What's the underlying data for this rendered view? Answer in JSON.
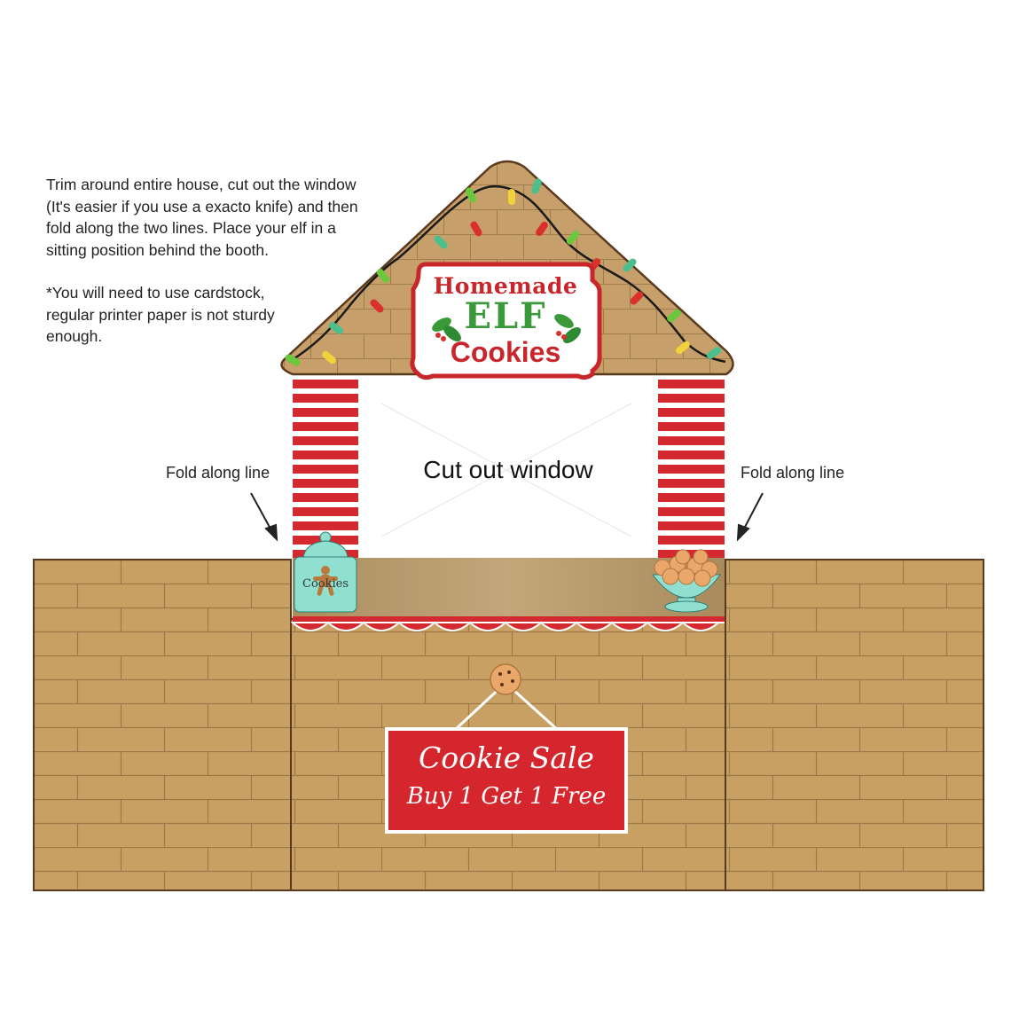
{
  "instructions": {
    "paragraph_1": "Trim around entire house, cut out the window\n(It's easier if you use a exacto knife) and then\n fold along the two lines. Place your elf in a\nsitting position behind the booth.",
    "paragraph_2": "*You will need to use cardstock,\nregular printer paper is not sturdy\nenough."
  },
  "fold_labels": {
    "left": "Fold along line",
    "right": "Fold along line"
  },
  "window_label": "Cut out window",
  "roof_sign": {
    "line_1": "Homemade",
    "line_2": "ELF",
    "line_3": "Cookies"
  },
  "cookie_jar": {
    "label": "Cookies",
    "icon": "gingerbread-man-icon"
  },
  "sale_sign": {
    "line_1": "Cookie Sale",
    "line_2": "Buy 1 Get 1 Free"
  },
  "colors": {
    "brick": "#c8a064",
    "mortar": "#9c7a48",
    "wall_outline": "#5a3a1e",
    "roof": "#c79f6a",
    "stripe_red": "#d42a2f",
    "sign_red": "#d4262c",
    "sign_green": "#3a9a3a",
    "jar_mint": "#8fe0d0",
    "counter_wood": "#b69a6e"
  }
}
